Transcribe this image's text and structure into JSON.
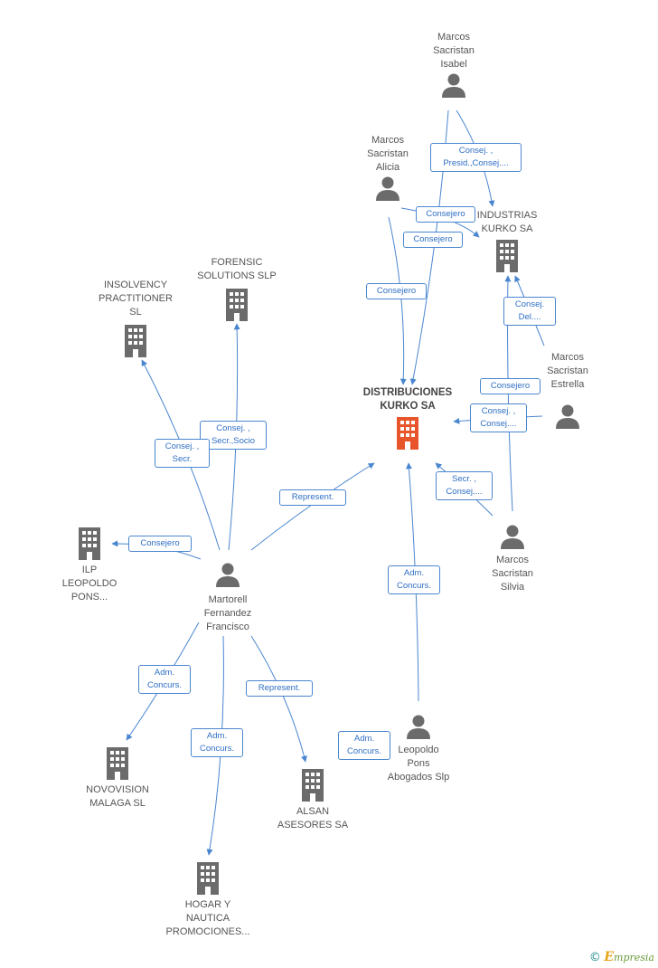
{
  "colors": {
    "line": "#4a86d0",
    "company": "#6b6b6b",
    "person": "#6b6b6b",
    "focus": "#e8552b"
  },
  "nodes": {
    "marcos_isabel": {
      "label": "Marcos\nSacristan\nIsabel",
      "kind": "person"
    },
    "marcos_alicia": {
      "label": "Marcos\nSacristan\nAlicia",
      "kind": "person"
    },
    "industrias_kurko": {
      "label": "INDUSTRIAS\nKURKO SA",
      "kind": "company"
    },
    "distribuciones_kurko": {
      "label": "DISTRIBUCIONES\nKURKO SA",
      "kind": "focus-company"
    },
    "marcos_estrella": {
      "label": "Marcos\nSacristan\nEstrella",
      "kind": "person"
    },
    "marcos_silvia": {
      "label": "Marcos\nSacristan\nSilvia",
      "kind": "person"
    },
    "forensic": {
      "label": "FORENSIC\nSOLUTIONS SLP",
      "kind": "company"
    },
    "insolvency": {
      "label": "INSOLVENCY\nPRACTITIONER\nSL",
      "kind": "company"
    },
    "ilp": {
      "label": "ILP\nLEOPOLDO\nPONS...",
      "kind": "company"
    },
    "martorell": {
      "label": "Martorell\nFernandez\nFrancisco",
      "kind": "person"
    },
    "novovision": {
      "label": "NOVOVISION\nMALAGA SL",
      "kind": "company"
    },
    "hogar": {
      "label": "HOGAR Y\nNAUTICA\nPROMOCIONES...",
      "kind": "company"
    },
    "alsan": {
      "label": "ALSAN\nASESORES SA",
      "kind": "company"
    },
    "leopoldo": {
      "label": "Leopoldo\nPons\nAbogados Slp",
      "kind": "person"
    }
  },
  "relations": {
    "isabel_industrias": "Consej. ,\nPresid.,Consej....",
    "alicia_industrias": "Consejero",
    "isabel_distribuciones": "Consejero",
    "alicia_distribuciones": "Consejero",
    "estrella_industrias": "Consej.\nDel....",
    "silvia_industrias": "Consejero",
    "estrella_distribuciones": "Consej. ,\nConsej....",
    "silvia_distribuciones": "Secr. ,\nConsej....",
    "martorell_forensic": "Consej. ,\nSecr.,Socio",
    "martorell_insolvency": "Consej. ,\nSecr.",
    "martorell_ilp": "Consejero",
    "martorell_distribuciones": "Represent.",
    "leopoldo_distribuciones": "Adm.\nConcurs.",
    "martorell_novovision": "Adm.\nConcurs.",
    "martorell_hogar": "Adm.\nConcurs.",
    "martorell_alsan": "Represent.",
    "leopoldo_alsan": "Adm.\nConcurs."
  },
  "footer": {
    "copyright_symbol": "©",
    "brand_initial": "E",
    "brand_rest": "mpresia"
  }
}
